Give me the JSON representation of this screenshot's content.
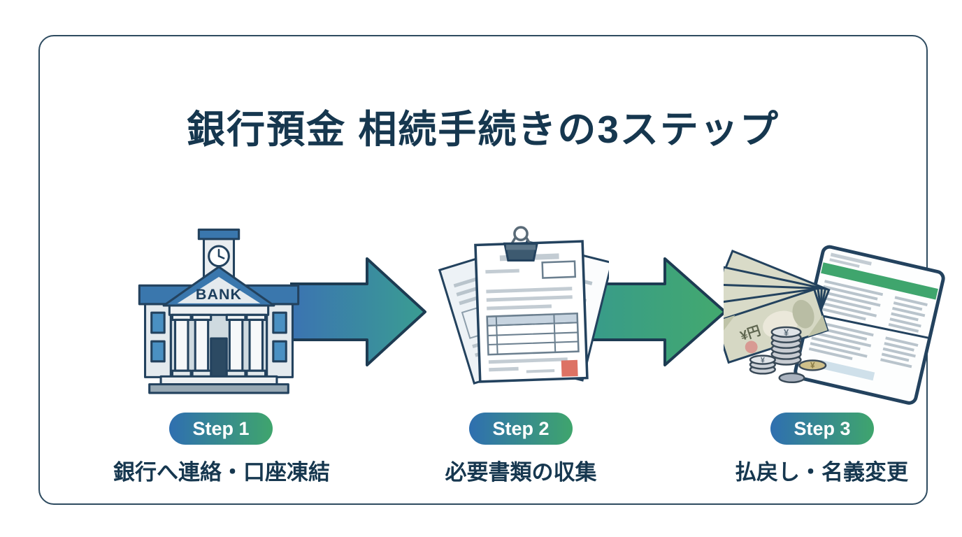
{
  "title": "銀行預金 相続手続きの3ステップ",
  "steps": [
    {
      "badge": "Step 1",
      "label": "銀行へ連絡・口座凍結"
    },
    {
      "badge": "Step 2",
      "label": "必要書類の収集"
    },
    {
      "badge": "Step 3",
      "label": "払戻し・名義変更"
    }
  ],
  "illustrations": {
    "bank": {
      "sign": "BANK"
    },
    "money": {
      "banknote_text": "¥円",
      "coin_symbol": "¥"
    }
  },
  "colors": {
    "outline_navy": "#23425e",
    "text_navy": "#16374f",
    "roof_blue": "#3a77ad",
    "window_blue": "#4a90c2",
    "badge_gradient_start": "#2f6fb0",
    "badge_gradient_end": "#3fa56d",
    "arrow1_start": "#3b73b2",
    "arrow1_end": "#3a9d92",
    "arrow2_start": "#379a8c",
    "arrow2_end": "#43a96e",
    "stamp_red": "#dd7264",
    "passbook_green": "#3fa56d"
  }
}
